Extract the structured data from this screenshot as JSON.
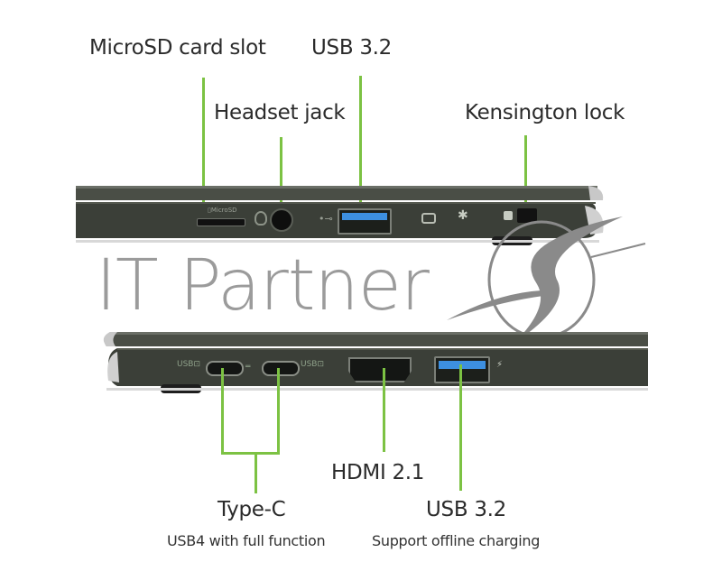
{
  "top_view": {
    "labels": {
      "microsd": "MicroSD card slot",
      "usb_a": "USB 3.2",
      "headset": "Headset jack",
      "kensington": "Kensington lock"
    },
    "ports": [
      {
        "name": "microsd-card-slot",
        "icon_text": "MicroSD"
      },
      {
        "name": "headset-jack",
        "icon": "headset-icon"
      },
      {
        "name": "usb-3-2-port",
        "icon": "usb-icon",
        "color": "#3d8fe0"
      },
      {
        "name": "battery-indicator",
        "icon": "battery-icon"
      },
      {
        "name": "power-indicator",
        "icon": "power-light-icon"
      },
      {
        "name": "kensington-lock",
        "icon": "lock-icon"
      }
    ]
  },
  "bottom_view": {
    "labels": {
      "hdmi": "HDMI 2.1",
      "typec_title": "Type-C",
      "typec_sub": "USB4 with full function",
      "usb_title": "USB 3.2",
      "usb_sub": "Support offline charging"
    },
    "ports": [
      {
        "name": "usb-c-port-1",
        "icon_text": "USB"
      },
      {
        "name": "usb-c-port-2",
        "icon_text": "USB"
      },
      {
        "name": "hdmi-port"
      },
      {
        "name": "usb-3-2-port",
        "color": "#3d8fe0"
      }
    ]
  },
  "watermark": {
    "text": "IT Partner"
  },
  "colors": {
    "callout_line": "#7cc243",
    "laptop_body": "#3b3f38",
    "usb_blue": "#3d8fe0",
    "text": "#2b2b2b",
    "watermark": "#8a8a8a"
  }
}
